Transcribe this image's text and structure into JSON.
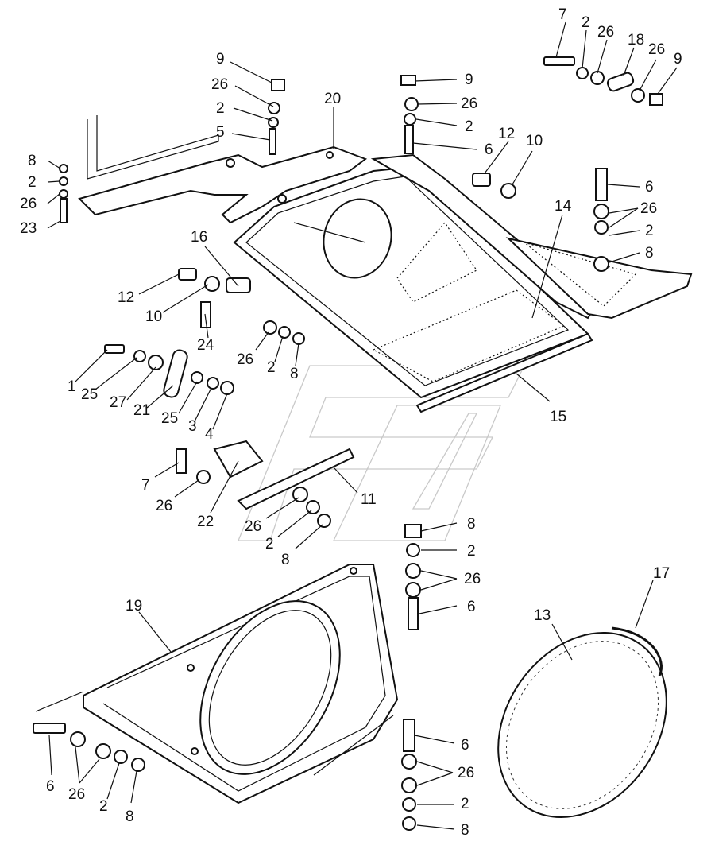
{
  "callouts": [
    {
      "id": "c7a",
      "text": "7"
    },
    {
      "id": "c2a",
      "text": "2"
    },
    {
      "id": "c26a",
      "text": "26"
    },
    {
      "id": "c18",
      "text": "18"
    },
    {
      "id": "c26b",
      "text": "26"
    },
    {
      "id": "c9a",
      "text": "9"
    },
    {
      "id": "c9b",
      "text": "9"
    },
    {
      "id": "c26c",
      "text": "26"
    },
    {
      "id": "c2b",
      "text": "2"
    },
    {
      "id": "c5",
      "text": "5"
    },
    {
      "id": "c20",
      "text": "20"
    },
    {
      "id": "c9c",
      "text": "9"
    },
    {
      "id": "c26d",
      "text": "26"
    },
    {
      "id": "c2c",
      "text": "2"
    },
    {
      "id": "c6a",
      "text": "6"
    },
    {
      "id": "c12a",
      "text": "12"
    },
    {
      "id": "c10a",
      "text": "10"
    },
    {
      "id": "c8a",
      "text": "8"
    },
    {
      "id": "c2d",
      "text": "2"
    },
    {
      "id": "c26e",
      "text": "26"
    },
    {
      "id": "c23",
      "text": "23"
    },
    {
      "id": "c6b",
      "text": "6"
    },
    {
      "id": "c26f",
      "text": "26"
    },
    {
      "id": "c2e",
      "text": "2"
    },
    {
      "id": "c8b",
      "text": "8"
    },
    {
      "id": "c14",
      "text": "14"
    },
    {
      "id": "c16",
      "text": "16"
    },
    {
      "id": "c12b",
      "text": "12"
    },
    {
      "id": "c10b",
      "text": "10"
    },
    {
      "id": "c24",
      "text": "24"
    },
    {
      "id": "c26g",
      "text": "26"
    },
    {
      "id": "c2f",
      "text": "2"
    },
    {
      "id": "c8c",
      "text": "8"
    },
    {
      "id": "c1",
      "text": "1"
    },
    {
      "id": "c25a",
      "text": "25"
    },
    {
      "id": "c27",
      "text": "27"
    },
    {
      "id": "c21",
      "text": "21"
    },
    {
      "id": "c25b",
      "text": "25"
    },
    {
      "id": "c3",
      "text": "3"
    },
    {
      "id": "c4",
      "text": "4"
    },
    {
      "id": "c15",
      "text": "15"
    },
    {
      "id": "c7b",
      "text": "7"
    },
    {
      "id": "c26h",
      "text": "26"
    },
    {
      "id": "c22",
      "text": "22"
    },
    {
      "id": "c26i",
      "text": "26"
    },
    {
      "id": "c2g",
      "text": "2"
    },
    {
      "id": "c8d",
      "text": "8"
    },
    {
      "id": "c11",
      "text": "11"
    },
    {
      "id": "c8e",
      "text": "8"
    },
    {
      "id": "c2h",
      "text": "2"
    },
    {
      "id": "c26j",
      "text": "26"
    },
    {
      "id": "c6c",
      "text": "6"
    },
    {
      "id": "c19",
      "text": "19"
    },
    {
      "id": "c17",
      "text": "17"
    },
    {
      "id": "c13",
      "text": "13"
    },
    {
      "id": "c6d",
      "text": "6"
    },
    {
      "id": "c26k",
      "text": "26"
    },
    {
      "id": "c2i",
      "text": "2"
    },
    {
      "id": "c8f",
      "text": "8"
    },
    {
      "id": "c6e",
      "text": "6"
    },
    {
      "id": "c26l",
      "text": "26"
    },
    {
      "id": "c2j",
      "text": "2"
    },
    {
      "id": "c8g",
      "text": "8"
    }
  ]
}
